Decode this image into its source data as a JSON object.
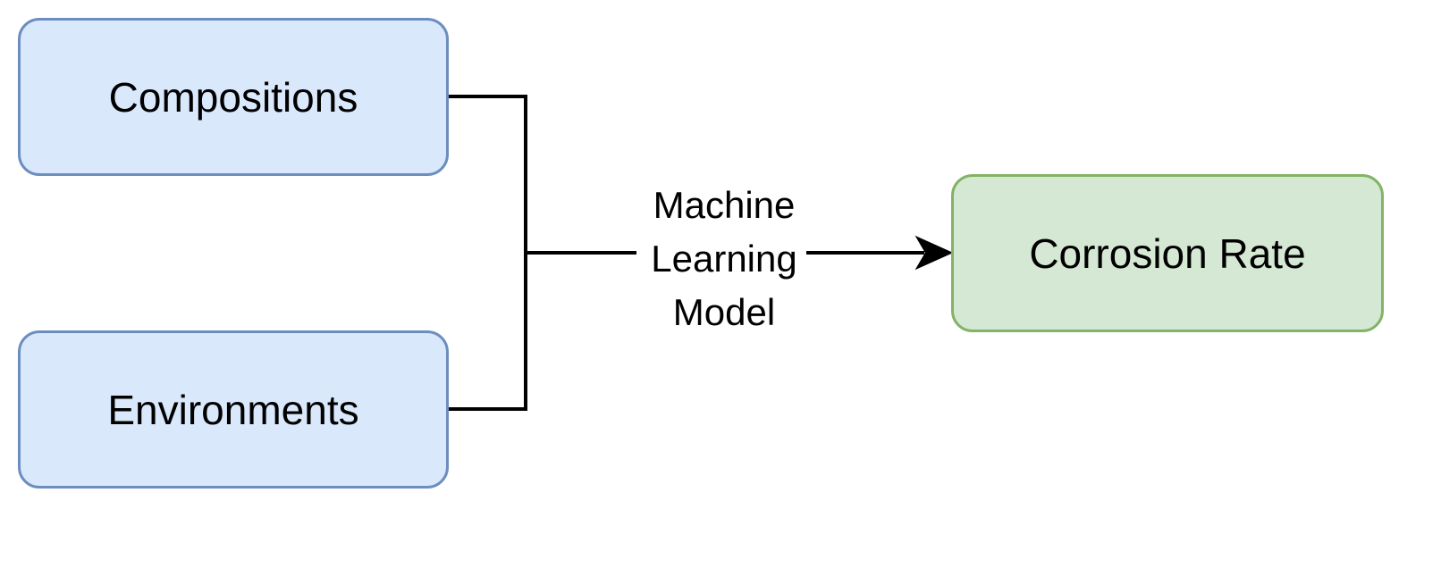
{
  "nodes": {
    "compositions": {
      "label": "Compositions",
      "fill": "#dae8fc",
      "stroke": "#6c8ebf"
    },
    "environments": {
      "label": "Environments",
      "fill": "#dae8fc",
      "stroke": "#6c8ebf"
    },
    "output": {
      "label": "Corrosion Rate",
      "fill": "#d5e8d4",
      "stroke": "#82b366"
    }
  },
  "edge": {
    "label_lines": [
      "Machine",
      "Learning",
      "Model"
    ],
    "stroke": "#000000"
  }
}
